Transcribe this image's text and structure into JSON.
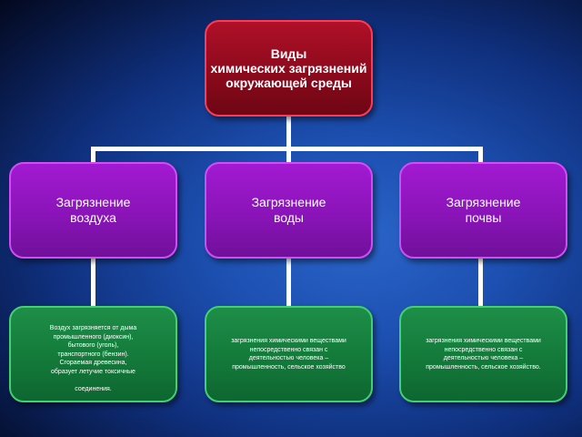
{
  "diagram": {
    "root": {
      "title": "Виды\nхимических загрязнений\nокружающей среды"
    },
    "categories": [
      {
        "label": "Загрязнение\nвоздуха"
      },
      {
        "label": "Загрязнение\nводы"
      },
      {
        "label": "Загрязнение\nпочвы"
      }
    ],
    "details": [
      {
        "text": "Воздух загрязняется от дыма\nпромышленного (диоксин),\nбытового (уголь),\nтранспортного (бензин).\nСгораемая древесина,\nобразует летучие токсичные\n\nсоединения."
      },
      {
        "text": "загрязнения химическими веществами\nнепосредственно связан с\nдеятельностью человека –\nпромышленность, сельское хозяйство"
      },
      {
        "text": "загрязнения химическими веществами\nнепосредственно связан с\nдеятельностью человека –\nпромышленность, сельское хозяйство."
      }
    ],
    "colors": {
      "background": "#1c4fb0",
      "root_fill": "#8c0a1c",
      "root_border": "#ff3a52",
      "category_fill": "#8a14b8",
      "category_border": "#d24cf4",
      "detail_fill": "#137a3a",
      "detail_border": "#43d070",
      "connector": "#ffffff"
    }
  }
}
